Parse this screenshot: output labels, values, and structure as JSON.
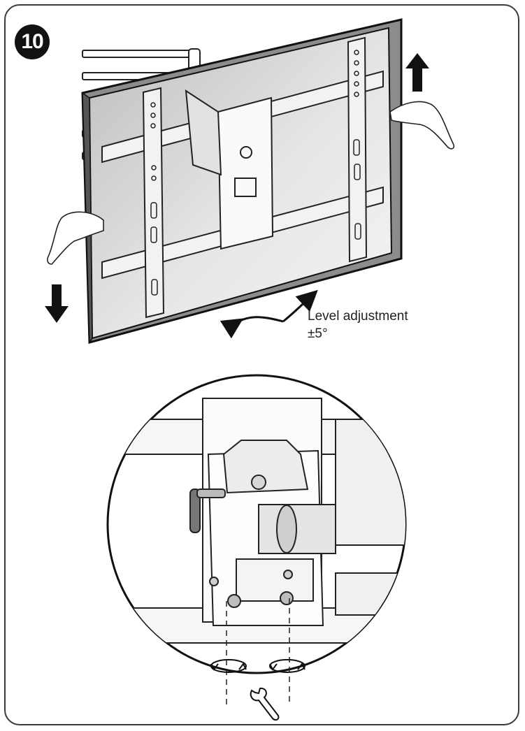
{
  "step": {
    "number": "10"
  },
  "adjustment": {
    "title": "Level adjustment",
    "range": "±5°"
  },
  "icons": {
    "up": "arrow-up-icon",
    "down": "arrow-down-icon",
    "rotate": "rotate-arrows-icon",
    "wrench": "wrench-icon"
  },
  "colors": {
    "ink": "#1a1a1a",
    "panel": "#d6d6d6",
    "arrow": "#111111"
  }
}
